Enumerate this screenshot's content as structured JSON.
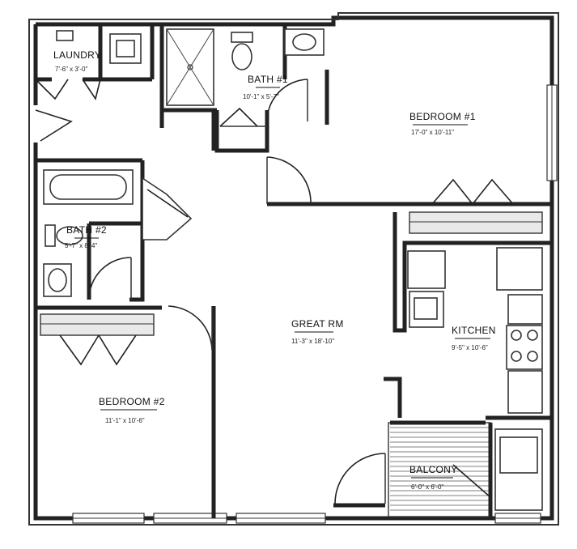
{
  "rooms": {
    "laundry": {
      "name": "LAUNDRY",
      "dims": "7'-6\" x 3'-0\""
    },
    "bath1": {
      "name": "BATH #1",
      "dims": "10'-1\" x 5'-7\""
    },
    "bedroom1": {
      "name": "BEDROOM #1",
      "dims": "17'-0\" x 10'-11\""
    },
    "bath2": {
      "name": "BATH #2",
      "dims": "5'-7\" x 8'-4\""
    },
    "great_rm": {
      "name": "GREAT RM",
      "dims": "11'-3\" x 18'-10\""
    },
    "kitchen": {
      "name": "KITCHEN",
      "dims": "9'-5\" x 10'-6\""
    },
    "bedroom2": {
      "name": "BEDROOM #2",
      "dims": "11'-1\" x 10'-6\""
    },
    "balcony": {
      "name": "BALCONY",
      "dims": "6'-0\" x 6'-0\""
    }
  }
}
